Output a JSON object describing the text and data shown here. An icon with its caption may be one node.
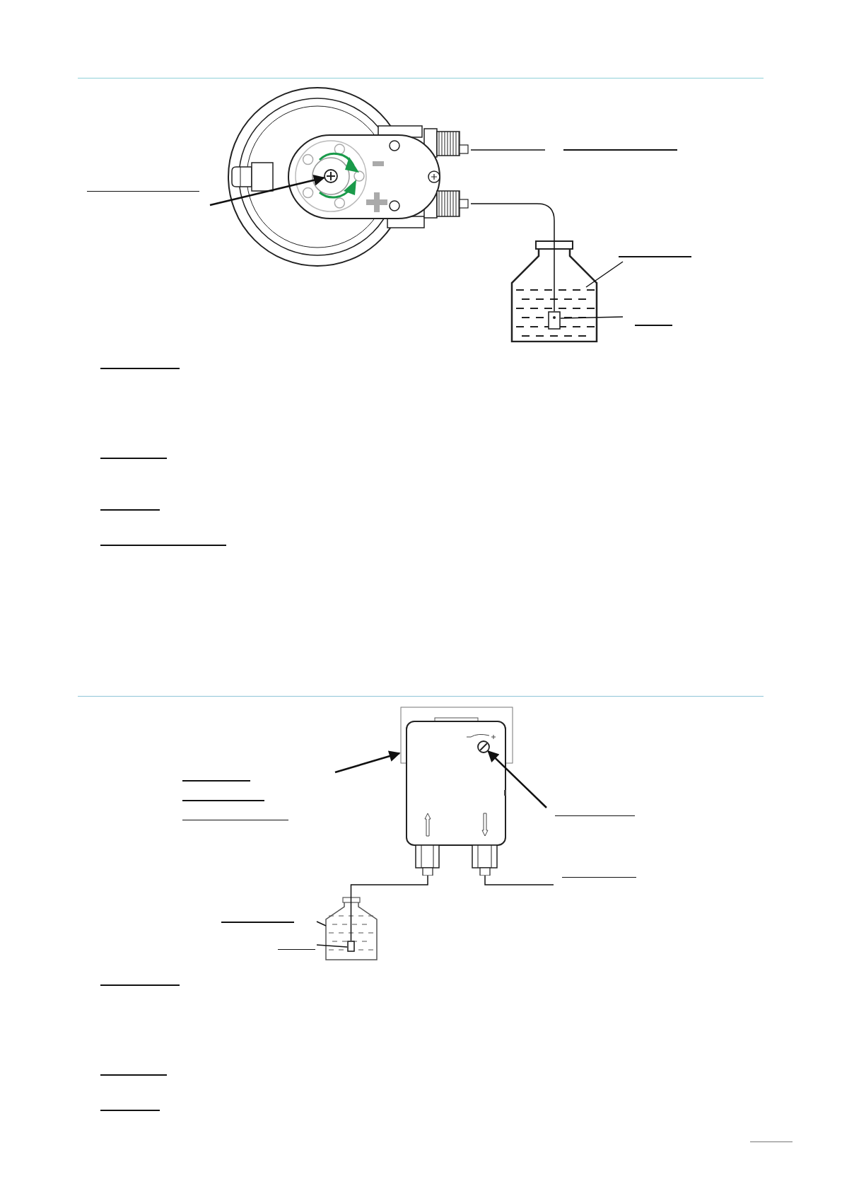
{
  "diagram": {
    "nodes": [
      {
        "text": [],
        "shape": "picture"
      },
      {
        "text": [],
        "shape": "circle",
        "in": 0
      },
      {
        "text": [],
        "shape": "picture"
      },
      {
        "text": [],
        "shape": "picture",
        "in": 2
      },
      {
        "text": [],
        "shape": "box",
        "in": 3
      },
      {
        "text": [],
        "shape": "picture"
      },
      {
        "text": [],
        "shape": "circle",
        "in": 5
      },
      {
        "text": [],
        "shape": "picture"
      },
      {
        "text": [],
        "shape": "picture",
        "in": 7
      },
      {
        "text": [],
        "shape": "box",
        "in": 8
      }
    ],
    "edges": [
      {
        "from": null,
        "to": 1,
        "arrow": "to"
      },
      {
        "from": 0,
        "to": 4,
        "arrow": "none"
      },
      {
        "from": null,
        "to": 3,
        "arrow": "none"
      },
      {
        "from": null,
        "to": 4,
        "arrow": "none"
      },
      {
        "from": 0,
        "to": null,
        "arrow": "none"
      },
      {
        "from": null,
        "to": 5,
        "arrow": "to"
      },
      {
        "from": null,
        "to": 6,
        "arrow": "to"
      },
      {
        "from": 5,
        "to": 9,
        "arrow": "none"
      },
      {
        "from": 5,
        "to": null,
        "arrow": "none"
      },
      {
        "from": null,
        "to": 8,
        "arrow": "none"
      },
      {
        "from": null,
        "to": 9,
        "arrow": "none"
      }
    ]
  }
}
